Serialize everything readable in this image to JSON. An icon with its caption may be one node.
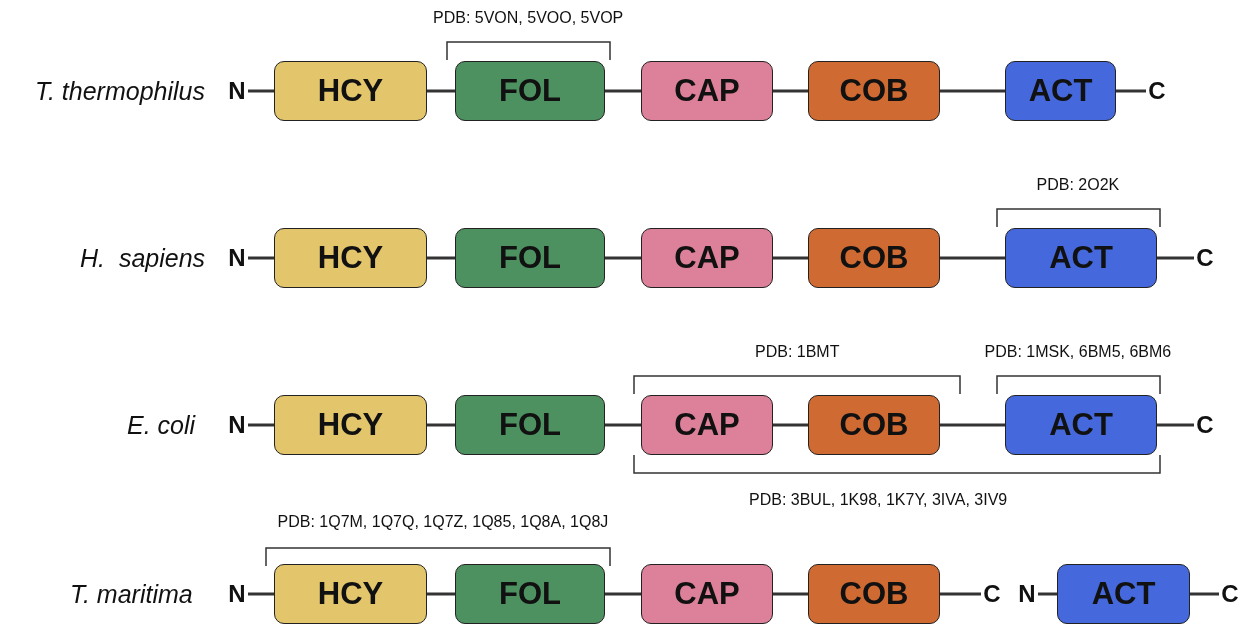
{
  "diagram": {
    "nodes": [
      {
        "text": [
          "N"
        ]
      },
      {
        "text": [
          "HCY"
        ]
      },
      {
        "text": [
          "FOL"
        ]
      },
      {
        "text": [
          "CAP"
        ]
      },
      {
        "text": [
          "COB"
        ]
      },
      {
        "text": [
          "ACT"
        ]
      },
      {
        "text": [
          "C"
        ]
      },
      {
        "text": [
          "N"
        ]
      },
      {
        "text": [
          "HCY"
        ]
      },
      {
        "text": [
          "FOL"
        ]
      },
      {
        "text": [
          "CAP"
        ]
      },
      {
        "text": [
          "COB"
        ]
      },
      {
        "text": [
          "ACT"
        ]
      },
      {
        "text": [
          "C"
        ]
      },
      {
        "text": [
          "N"
        ]
      },
      {
        "text": [
          "HCY"
        ]
      },
      {
        "text": [
          "FOL"
        ]
      },
      {
        "text": [
          "CAP"
        ]
      },
      {
        "text": [
          "COB"
        ]
      },
      {
        "text": [
          "ACT"
        ]
      },
      {
        "text": [
          "C"
        ]
      },
      {
        "text": [
          "N"
        ]
      },
      {
        "text": [
          "HCY"
        ]
      },
      {
        "text": [
          "FOL"
        ]
      },
      {
        "text": [
          "CAP"
        ]
      },
      {
        "text": [
          "COB"
        ]
      },
      {
        "text": [
          "C"
        ]
      },
      {
        "text": [
          "N"
        ]
      },
      {
        "text": [
          "ACT"
        ]
      },
      {
        "text": [
          "C"
        ]
      }
    ],
    "edges": [
      {
        "from": 0,
        "to": 1,
        "arrow": "none"
      },
      {
        "from": 1,
        "to": 2,
        "arrow": "none"
      },
      {
        "from": 2,
        "to": 3,
        "arrow": "none"
      },
      {
        "from": 3,
        "to": 4,
        "arrow": "none"
      },
      {
        "from": 4,
        "to": 5,
        "arrow": "none"
      },
      {
        "from": 5,
        "to": 6,
        "arrow": "none"
      },
      {
        "from": 7,
        "to": 8,
        "arrow": "none"
      },
      {
        "from": 8,
        "to": 9,
        "arrow": "none"
      },
      {
        "from": 9,
        "to": 10,
        "arrow": "none"
      },
      {
        "from": 10,
        "to": 11,
        "arrow": "none"
      },
      {
        "from": 11,
        "to": 12,
        "arrow": "none"
      },
      {
        "from": 12,
        "to": 13,
        "arrow": "none"
      },
      {
        "from": 14,
        "to": 15,
        "arrow": "none"
      },
      {
        "from": 15,
        "to": 16,
        "arrow": "none"
      },
      {
        "from": 16,
        "to": 17,
        "arrow": "none"
      },
      {
        "from": 17,
        "to": 18,
        "arrow": "none"
      },
      {
        "from": 18,
        "to": 19,
        "arrow": "none"
      },
      {
        "from": 19,
        "to": 20,
        "arrow": "none"
      },
      {
        "from": 21,
        "to": 22,
        "arrow": "none"
      },
      {
        "from": 22,
        "to": 23,
        "arrow": "none"
      },
      {
        "from": 23,
        "to": 24,
        "arrow": "none"
      },
      {
        "from": 24,
        "to": 25,
        "arrow": "none"
      },
      {
        "from": 25,
        "to": 26,
        "arrow": "none"
      },
      {
        "from": 27,
        "to": 28,
        "arrow": "none"
      },
      {
        "from": 28,
        "to": 29,
        "arrow": "none"
      }
    ],
    "labels": [
      "PDB: 5VON, 5VOO, 5VOP",
      "T. thermophilus",
      "PDB: 2O2K",
      "H.  sapiens",
      "PDB: 1BMT",
      "PDB: 1MSK, 6BM5, 6BM6",
      "E. coli",
      "PDB: 3BUL, 1K98, 1K7Y, 3IVA, 3IV9",
      "PDB: 1Q7M, 1Q7Q, 1Q7Z, 1Q85, 1Q8A, 1Q8J",
      "T. maritima"
    ]
  }
}
